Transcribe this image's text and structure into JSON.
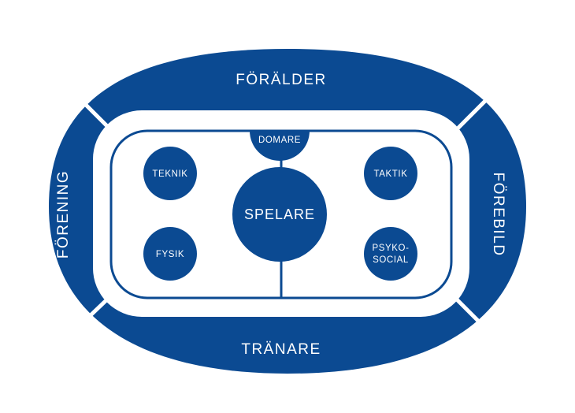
{
  "colors": {
    "primary": "#0b4a92",
    "background": "#ffffff"
  },
  "outer_sectors": {
    "top": "FÖRÄLDER",
    "right": "FÖREBILD",
    "bottom": "TRÄNARE",
    "left": "FÖRENING"
  },
  "rink": {
    "center": "SPELARE",
    "top_goal": "DOMARE",
    "top_left": "TEKNIK",
    "top_right": "TAKTIK",
    "bottom_left": "FYSIK",
    "bottom_right_line1": "PSYKO-",
    "bottom_right_line2": "SOCIAL"
  }
}
